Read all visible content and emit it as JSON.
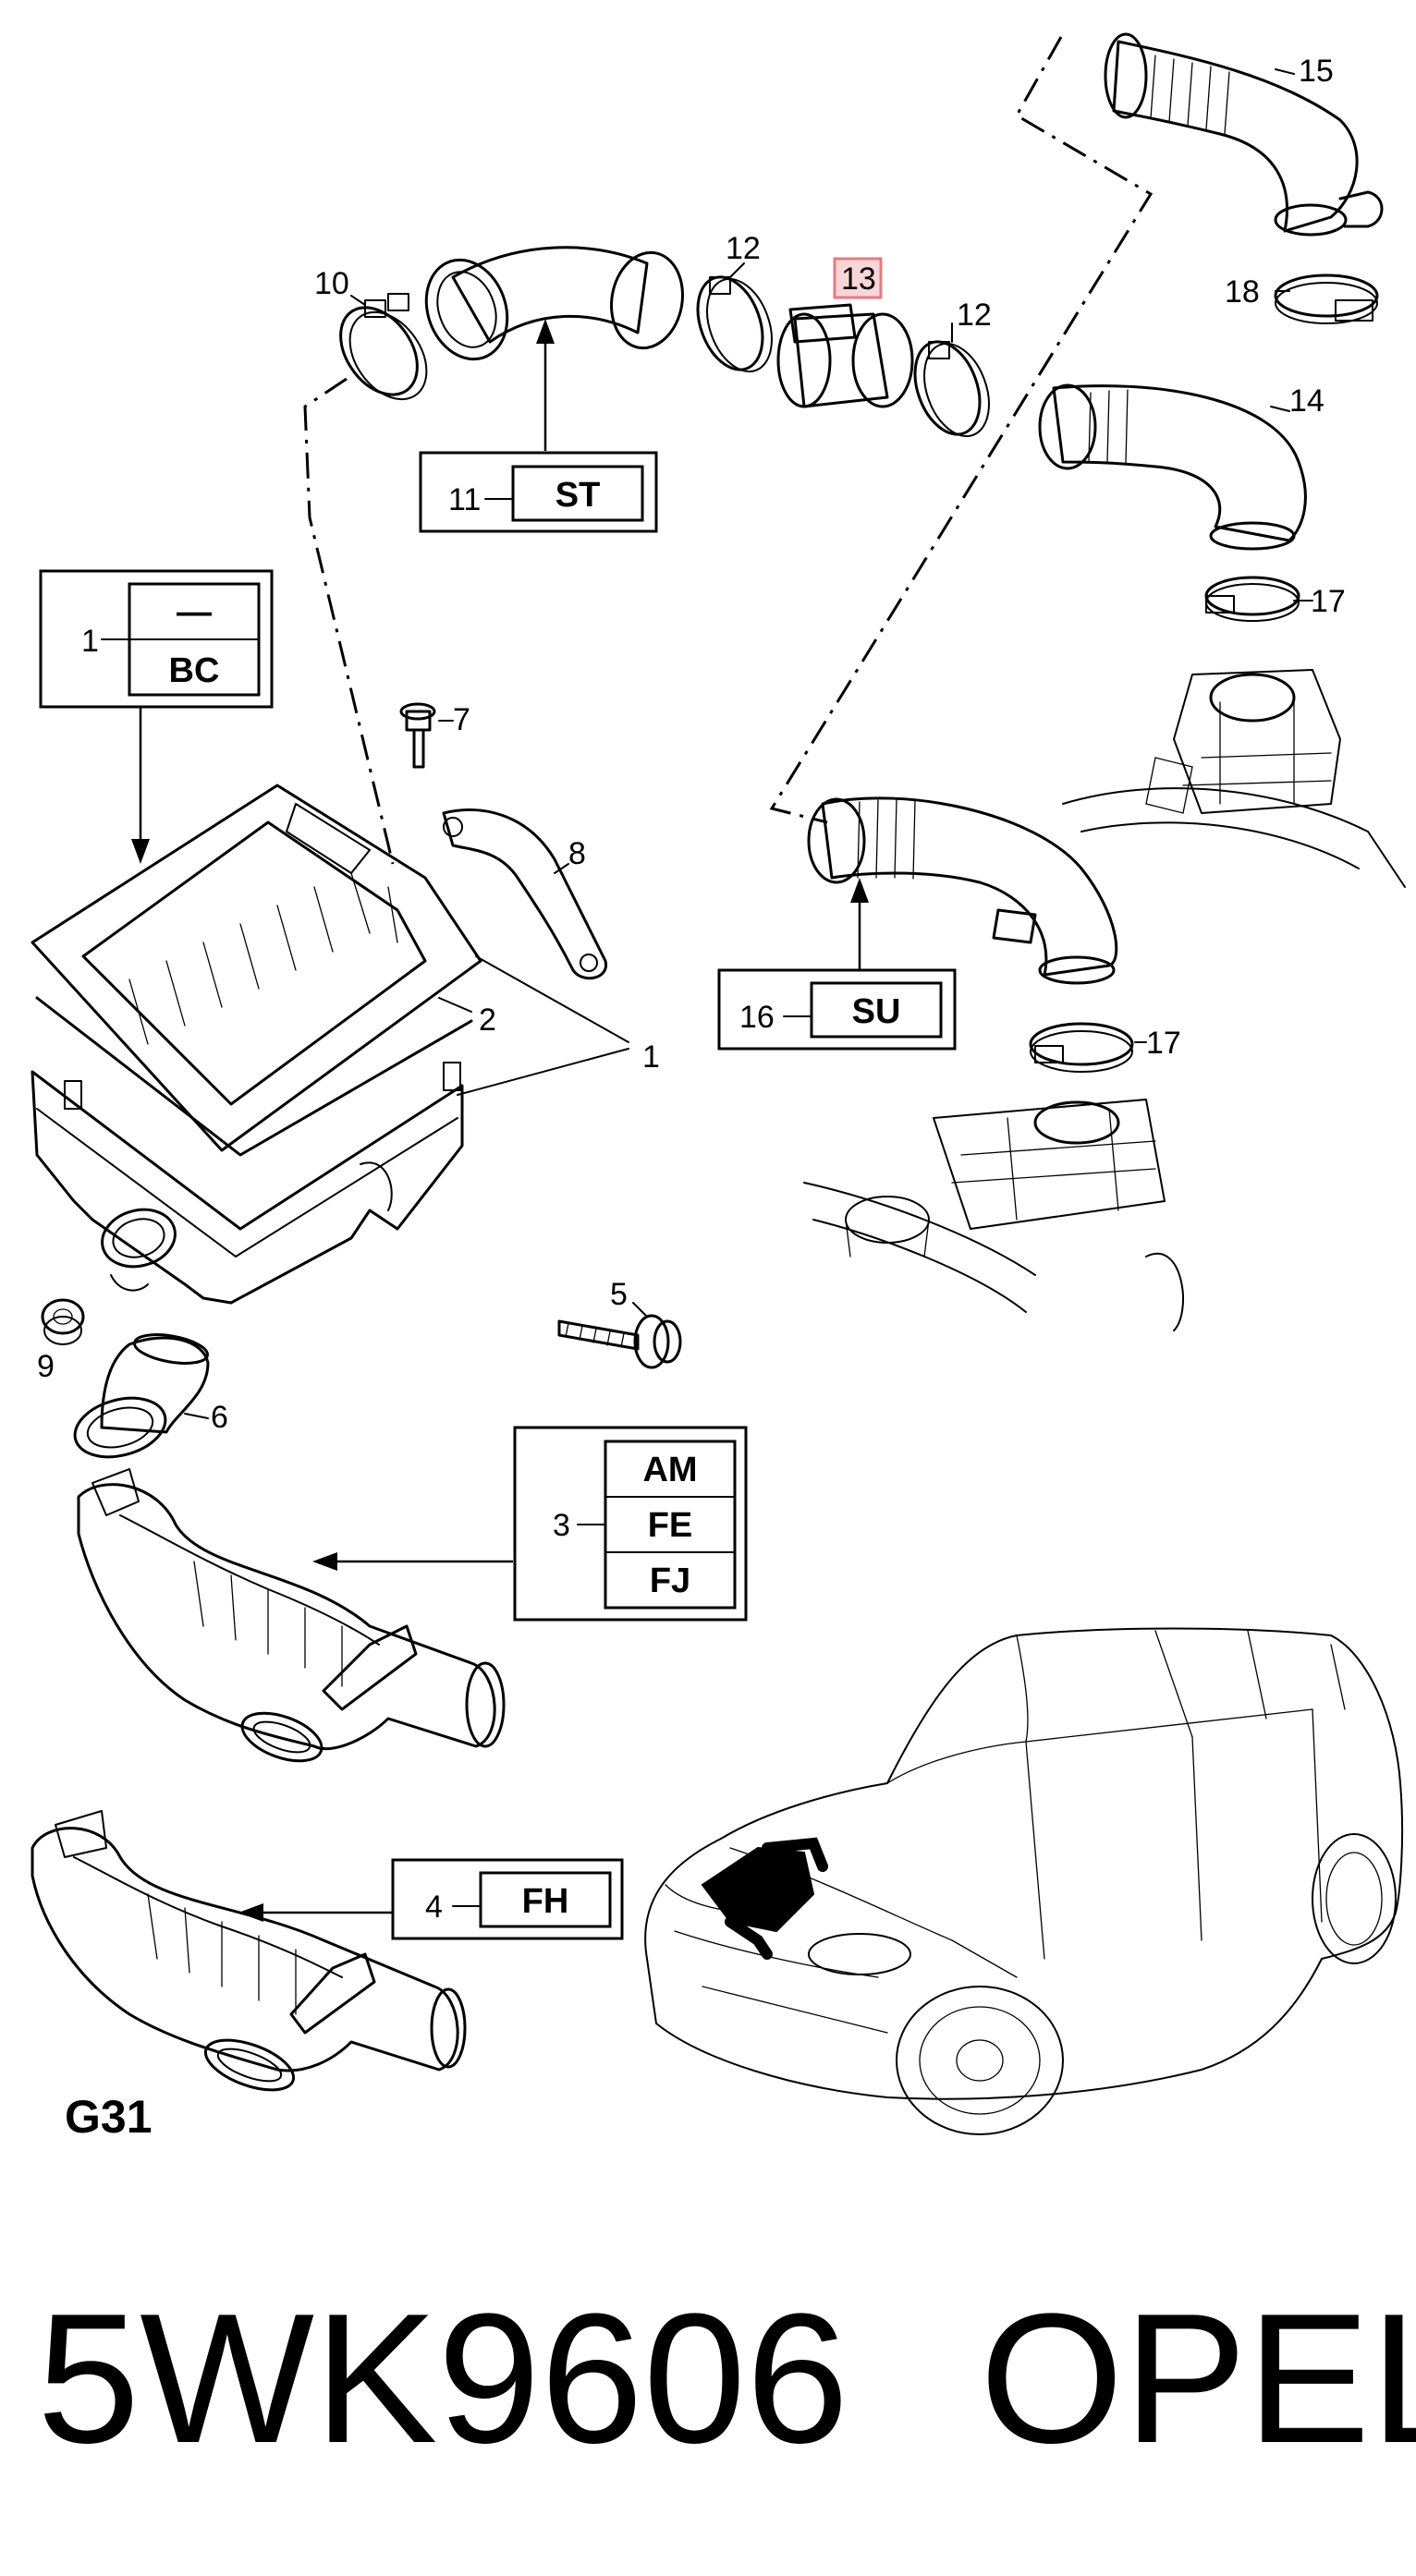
{
  "diagram": {
    "page_code": "G31",
    "callouts": {
      "p1": "1",
      "p1b": "1",
      "p2": "2",
      "p3": "3",
      "p4": "4",
      "p5": "5",
      "p6": "6",
      "p7": "7",
      "p8": "8",
      "p9": "9",
      "p10": "10",
      "p11": "11",
      "p12a": "12",
      "p12b": "12",
      "p13": "13",
      "p14": "14",
      "p15": "15",
      "p16": "16",
      "p17a": "17",
      "p17b": "17",
      "p18": "18"
    },
    "code_boxes": {
      "box1": [
        "—",
        "BC"
      ],
      "box3": [
        "AM",
        "FE",
        "FJ"
      ],
      "box4": [
        "FH"
      ],
      "box11": [
        "ST"
      ],
      "box16": [
        "SU"
      ]
    },
    "highlight_color": "#e9797f"
  },
  "footer": {
    "part_number": "5WK9606",
    "brand": "OPEL"
  }
}
